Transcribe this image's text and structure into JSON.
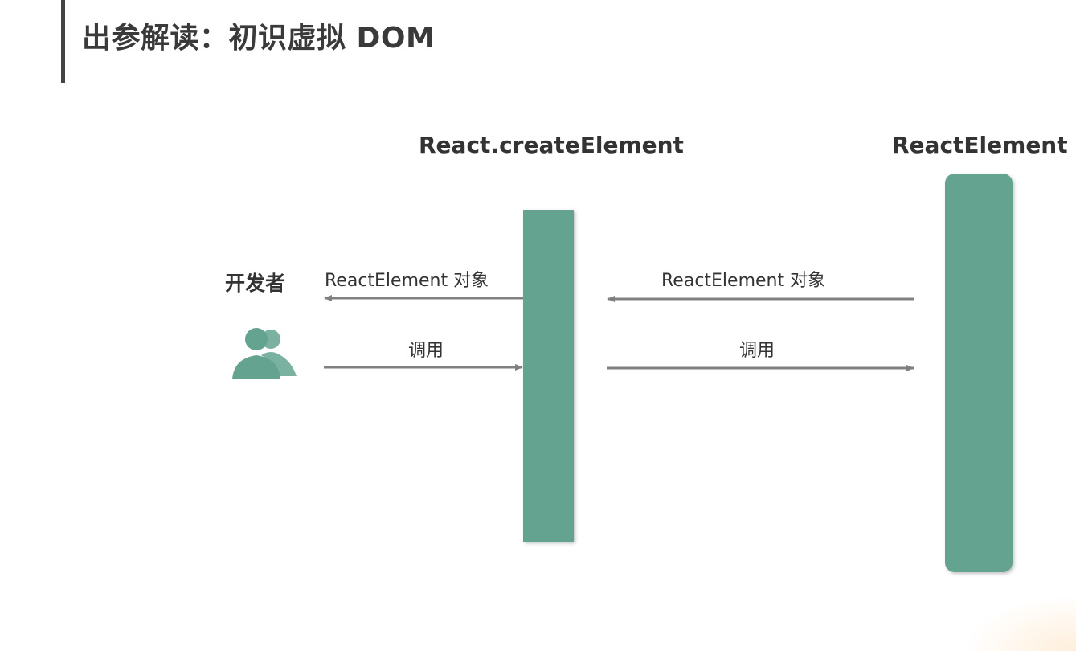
{
  "header": {
    "title": "出参解读：初识虚拟 DOM"
  },
  "diagram": {
    "actor": {
      "label": "开发者",
      "icon": "users-icon"
    },
    "lifelines": [
      {
        "label": "React.createElement"
      },
      {
        "label": "ReactElement"
      }
    ],
    "messages": [
      {
        "label": "ReactElement 对象",
        "direction": "to-actor",
        "from": "React.createElement",
        "to": "开发者"
      },
      {
        "label": "调用",
        "direction": "to-lifeline",
        "from": "开发者",
        "to": "React.createElement"
      },
      {
        "label": "ReactElement 对象",
        "direction": "to-left",
        "from": "ReactElement",
        "to": "React.createElement"
      },
      {
        "label": "调用",
        "direction": "to-right",
        "from": "React.createElement",
        "to": "ReactElement"
      }
    ],
    "colors": {
      "lifeline": "#63a390",
      "arrow": "#808080",
      "text": "#333333"
    }
  }
}
